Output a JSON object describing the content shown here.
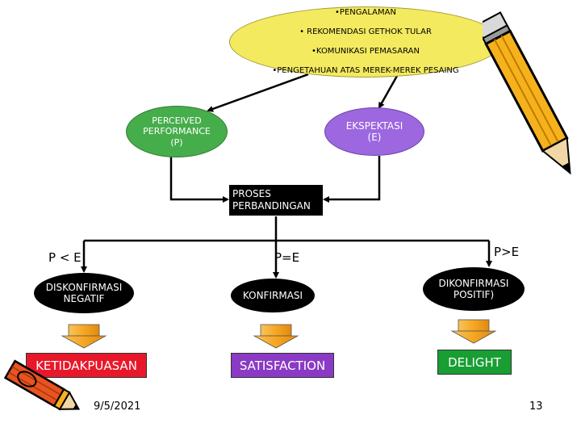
{
  "diagram": {
    "top_factors": [
      "•PENGALAMAN",
      "• REKOMENDASI GETHOK TULAR",
      "•KOMUNIKASI PEMASARAN",
      "•PENGETAHUAN ATAS MEREK-MEREK PESAING"
    ],
    "perceived_performance": "PERCEIVED\nPERFORMANCE\n(P)",
    "ekspektasi": "EKSPEKTASI\n(E)",
    "proses": "PROSES\nPERBANDINGAN",
    "branches": {
      "left": {
        "condition": "P < E",
        "outcome": "DISKONFIRMASI\nNEGATIF",
        "result": "KETIDAKPUASAN"
      },
      "middle": {
        "condition": "P=E",
        "outcome": "KONFIRMASI",
        "result": "SATISFACTION"
      },
      "right": {
        "condition": "P>E",
        "outcome": "DIKONFIRMASI\nPOSITIF)",
        "result": "DELIGHT"
      }
    }
  },
  "footer": {
    "date": "9/5/2021",
    "page": "13"
  },
  "colors": {
    "top": "#f4ea60",
    "perceived": "#46ad4b",
    "ekspektasi": "#9d67e0",
    "arrow_orange": "#f6a623",
    "ketidakpuasan": "#e8182a",
    "satisfaction": "#8a3ac4",
    "delight": "#189e32"
  },
  "icons": [
    "pencil-icon",
    "pencil-icon"
  ]
}
